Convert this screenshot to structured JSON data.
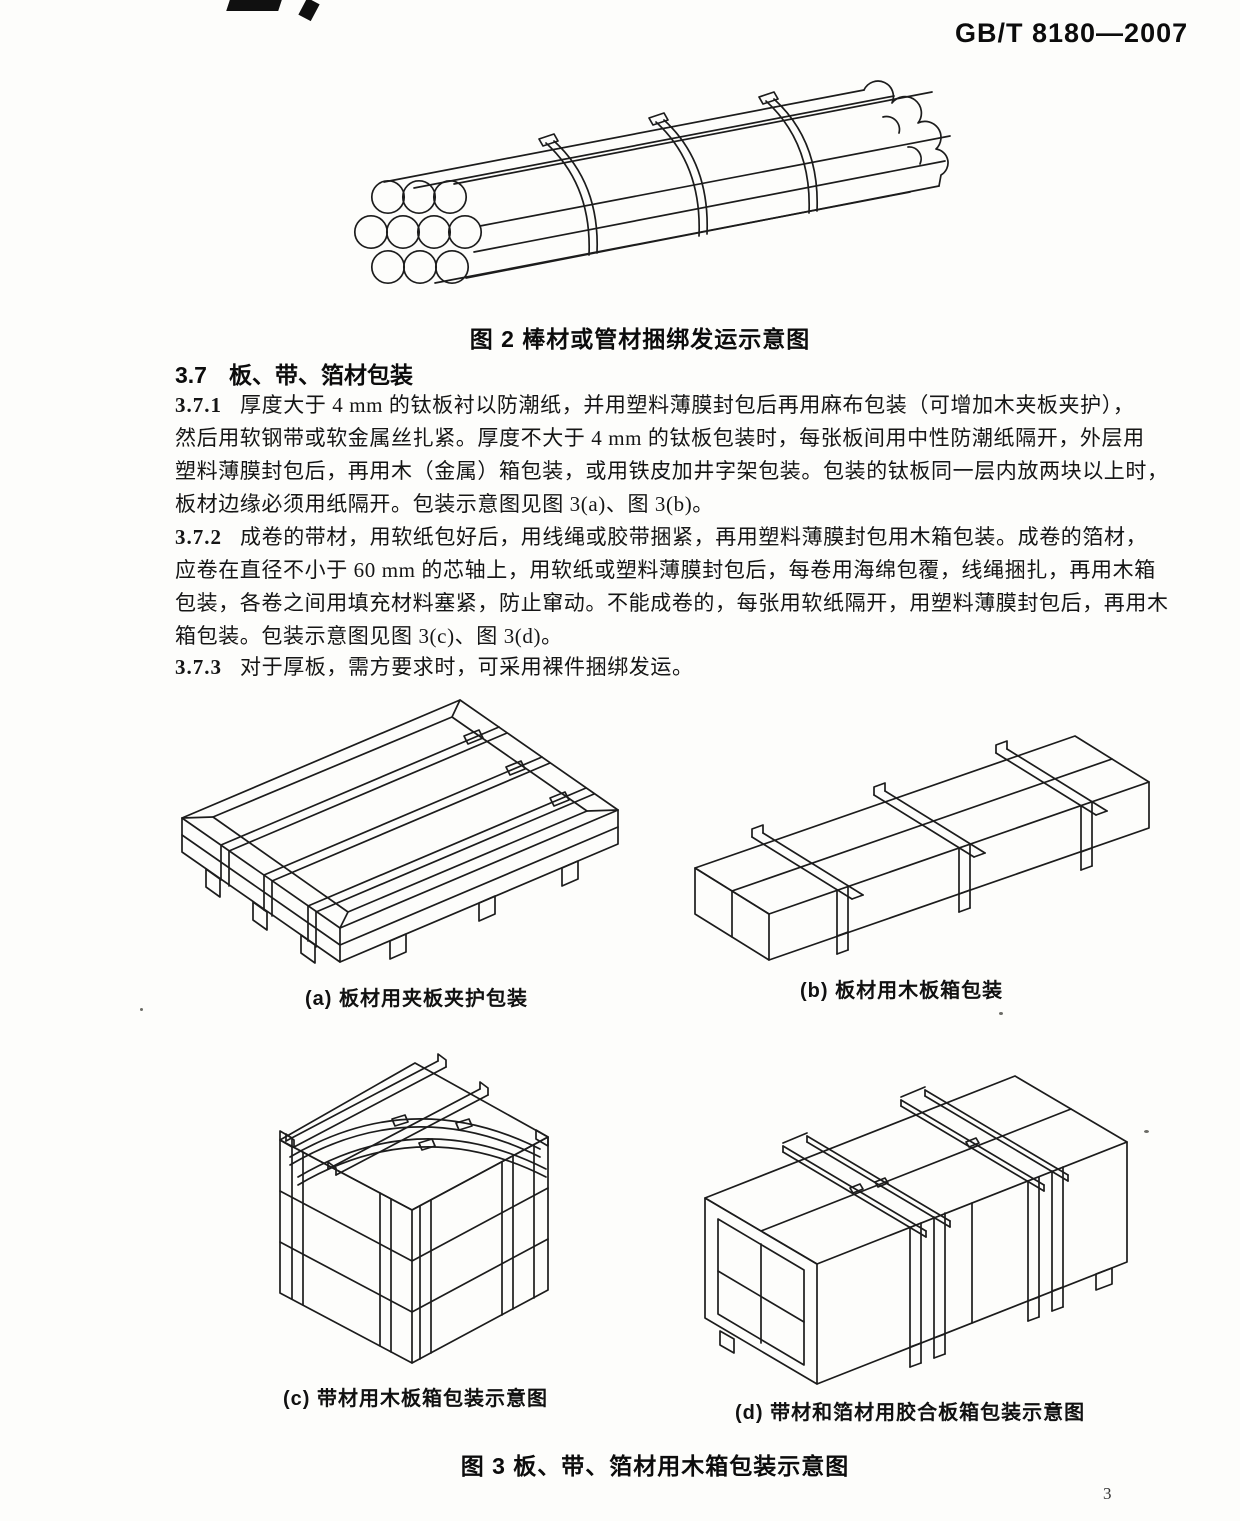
{
  "page": {
    "header": "GB/T 8180—2007",
    "page_number": "3"
  },
  "figure2": {
    "caption": "图 2  棒材或管材捆绑发运示意图"
  },
  "section37": {
    "number": "3.7",
    "title": "板、带、箔材包装",
    "p371": {
      "number": "3.7.1",
      "lines": [
        "厚度大于 4 mm 的钛板衬以防潮纸，并用塑料薄膜封包后再用麻布包装（可增加木夹板夹护），",
        "然后用软钢带或软金属丝扎紧。厚度不大于 4 mm 的钛板包装时，每张板间用中性防潮纸隔开，外层用",
        "塑料薄膜封包后，再用木（金属）箱包装，或用铁皮加井字架包装。包装的钛板同一层内放两块以上时，",
        "板材边缘必须用纸隔开。包装示意图见图 3(a)、图 3(b)。"
      ]
    },
    "p372": {
      "number": "3.7.2",
      "lines": [
        "成卷的带材，用软纸包好后，用线绳或胶带捆紧，再用塑料薄膜封包用木箱包装。成卷的箔材，",
        "应卷在直径不小于 60 mm 的芯轴上，用软纸或塑料薄膜封包后，每卷用海绵包覆，线绳捆扎，再用木箱",
        "包装，各卷之间用填充材料塞紧，防止窜动。不能成卷的，每张用软纸隔开，用塑料薄膜封包后，再用木",
        "箱包装。包装示意图见图 3(c)、图 3(d)。"
      ]
    },
    "p373": {
      "number": "3.7.3",
      "lines": [
        "对于厚板，需方要求时，可采用裸件捆绑发运。"
      ]
    }
  },
  "figure3": {
    "caption": "图 3  板、带、箔材用木箱包装示意图",
    "sub_a": "(a) 板材用夹板夹护包装",
    "sub_b": "(b) 板材用木板箱包装",
    "sub_c": "(c) 带材用木板箱包装示意图",
    "sub_d": "(d) 带材和箔材用胶合板箱包装示意图"
  }
}
